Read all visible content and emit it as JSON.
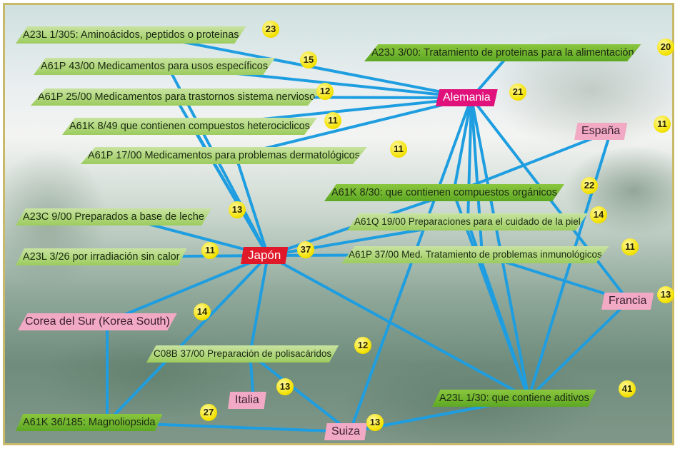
{
  "nodes": {
    "n_a23l1_305": {
      "label": "A23L 1/305: Aminoácidos, peptidos o proteinas",
      "count": "23"
    },
    "n_a23j3_00": {
      "label": "A23J 3/00: Tratamiento de proteinas para la alimentación",
      "count": "20"
    },
    "n_a61p43_00": {
      "label": "A61P 43/00  Medicamentos para usos específicos",
      "count": "15"
    },
    "n_a61p25_00": {
      "label": "A61P 25/00  Medicamentos para trastornos sistema nervioso",
      "count": "12"
    },
    "n_alemania": {
      "label": "Alemania",
      "count": "21"
    },
    "n_a61k8_49": {
      "label": "A61K 8/49  que contienen compuestos heterociclicos",
      "count": "11"
    },
    "n_espana": {
      "label": "España",
      "count": "11"
    },
    "n_a61p17_00": {
      "label": "A61P 17/00  Medicamentos para problemas dermatológicos",
      "count": "11"
    },
    "n_a61k8_30": {
      "label": "A61K 8/30: que contienen compuestos orgánicos",
      "count": "22"
    },
    "n_a23c9_00": {
      "label": "A23C 9/00 Preparados a base de leche",
      "count": "13"
    },
    "n_a61q19_00": {
      "label": "A61Q 19/00  Preparaciones para el cuidado de la piel",
      "count": "14"
    },
    "n_a23l3_26": {
      "label": "A23L 3/26 por irradiación sin calor",
      "count": "11"
    },
    "n_japon": {
      "label": "Japón",
      "count": "37"
    },
    "n_a61p37_00": {
      "label": "A61P 37/00  Med. Tratamiento de problemas inmunológicos",
      "count": "11"
    },
    "n_francia": {
      "label": "Francia",
      "count": "13"
    },
    "n_corea": {
      "label": "Corea del Sur (Korea South)",
      "count": "14"
    },
    "n_c08b37_00": {
      "label": "C08B 37/00 Preparación de polisacáridos",
      "count": "12"
    },
    "n_italia": {
      "label": "Italia",
      "count": "13"
    },
    "n_a23l1_30": {
      "label": "A23L 1/30: que contiene aditivos",
      "count": "41"
    },
    "n_a61k36_185": {
      "label": "A61K 36/185: Magnoliopsida",
      "count": "27"
    },
    "n_suiza": {
      "label": "Suiza",
      "count": "13"
    }
  },
  "edges": [
    [
      "n_a23l1_305",
      "n_alemania"
    ],
    [
      "n_a61p43_00",
      "n_alemania"
    ],
    [
      "n_a61p25_00",
      "n_alemania"
    ],
    [
      "n_a61k8_49",
      "n_alemania"
    ],
    [
      "n_a61p17_00",
      "n_alemania"
    ],
    [
      "n_a23j3_00",
      "n_alemania"
    ],
    [
      "n_alemania",
      "n_a61k8_30"
    ],
    [
      "n_alemania",
      "n_a61q19_00"
    ],
    [
      "n_alemania",
      "n_a61p37_00"
    ],
    [
      "n_alemania",
      "n_a23l1_30"
    ],
    [
      "n_alemania",
      "n_suiza"
    ],
    [
      "n_alemania",
      "n_francia"
    ],
    [
      "n_a61p43_00",
      "n_japon"
    ],
    [
      "n_a61p25_00",
      "n_japon"
    ],
    [
      "n_a61k8_49",
      "n_japon"
    ],
    [
      "n_a61p17_00",
      "n_japon"
    ],
    [
      "n_a23c9_00",
      "n_japon"
    ],
    [
      "n_a23l3_26",
      "n_japon"
    ],
    [
      "n_a61k8_30",
      "n_japon"
    ],
    [
      "n_a61q19_00",
      "n_japon"
    ],
    [
      "n_a61p37_00",
      "n_japon"
    ],
    [
      "n_japon",
      "n_corea"
    ],
    [
      "n_japon",
      "n_c08b37_00"
    ],
    [
      "n_japon",
      "n_a61k36_185"
    ],
    [
      "n_japon",
      "n_a23l1_30"
    ],
    [
      "n_espana",
      "n_a61k8_30"
    ],
    [
      "n_espana",
      "n_a23l1_30"
    ],
    [
      "n_francia",
      "n_a61p37_00"
    ],
    [
      "n_francia",
      "n_a23l1_30"
    ],
    [
      "n_a61k8_30",
      "n_a23l1_30"
    ],
    [
      "n_a61q19_00",
      "n_a23l1_30"
    ],
    [
      "n_c08b37_00",
      "n_suiza"
    ],
    [
      "n_c08b37_00",
      "n_italia"
    ],
    [
      "n_corea",
      "n_a61k36_185"
    ],
    [
      "n_a61k36_185",
      "n_suiza"
    ],
    [
      "n_a23l1_30",
      "n_suiza"
    ]
  ]
}
